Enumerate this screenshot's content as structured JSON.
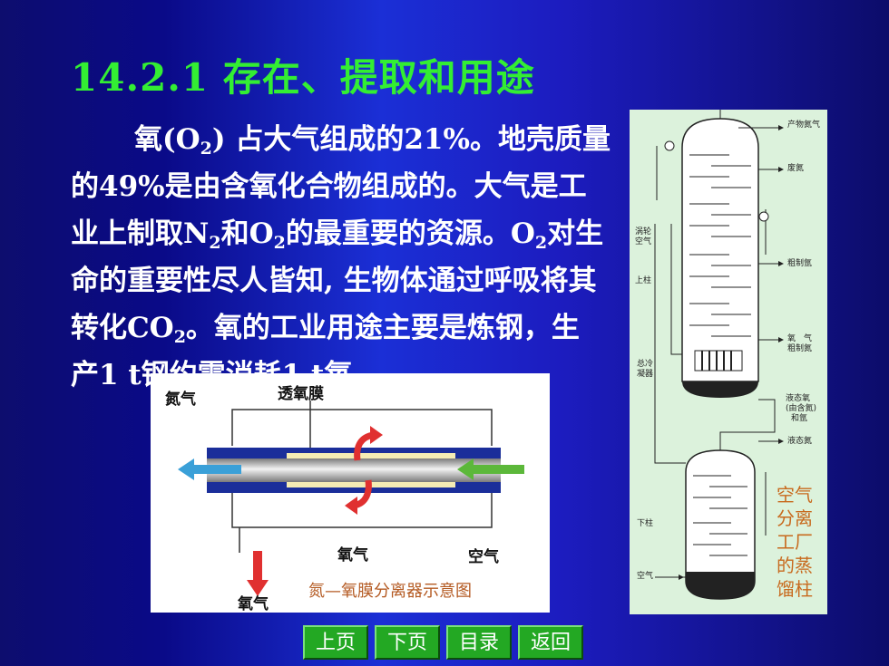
{
  "slide": {
    "title": "14.2.1  存在、提取和用途",
    "paragraph": {
      "l1a": "氧(O",
      "l1b": "2",
      "l1c": ") 占大气组成的21%。地壳质量",
      "l2": "的49%是由含氧化合物组成的。大气是工",
      "l3a": "业上制取N",
      "l3b": "2",
      "l3c": "和O",
      "l3d": "2",
      "l3e": "的最重要的资源。O",
      "l3f": "2",
      "l3g": "对生",
      "l4": "命的重要性尽人皆知, 生物体通过呼吸将其",
      "l5a": "转化CO",
      "l5b": "2",
      "l5c": "。氧的工业用途主要是炼钢，生",
      "l6": "产1 t钢约需消耗1 t氧。"
    }
  },
  "membrane_diagram": {
    "nitrogen_label": "氮气",
    "membrane_label": "透氧膜",
    "oxygen_label": "氧气",
    "air_label": "空气",
    "oxygen_out_label": "氧气",
    "caption": "氮—氧膜分离器示意图",
    "colors": {
      "nitrogen_arrow": "#3aa0d8",
      "air_arrow": "#5cb83a",
      "oxygen_arrow": "#e03030",
      "tube": "#1a2e9a",
      "membrane": "#f4ecb4"
    }
  },
  "column_diagram": {
    "labels": {
      "product_n2": "产物氮气",
      "waste_n2": "废氮",
      "turbine_air_1": "涡轮",
      "turbine_air_2": "空气",
      "upper": "上柱",
      "crude_ar": "粗制氩",
      "oxygen_1": "氧　气",
      "oxygen_2": "粗制氮",
      "condenser_1": "总冷",
      "condenser_2": "凝器",
      "liquid_o2_1": "液态氧",
      "liquid_o2_2": "(由含氮)",
      "liquid_o2_3": "和氩",
      "liquid_n2": "液态氮",
      "lower": "下柱",
      "air_in": "空气"
    },
    "side_title": "空气分离工厂的蒸馏柱"
  },
  "nav": {
    "prev": "上页",
    "next": "下页",
    "toc": "目录",
    "back": "返回"
  }
}
